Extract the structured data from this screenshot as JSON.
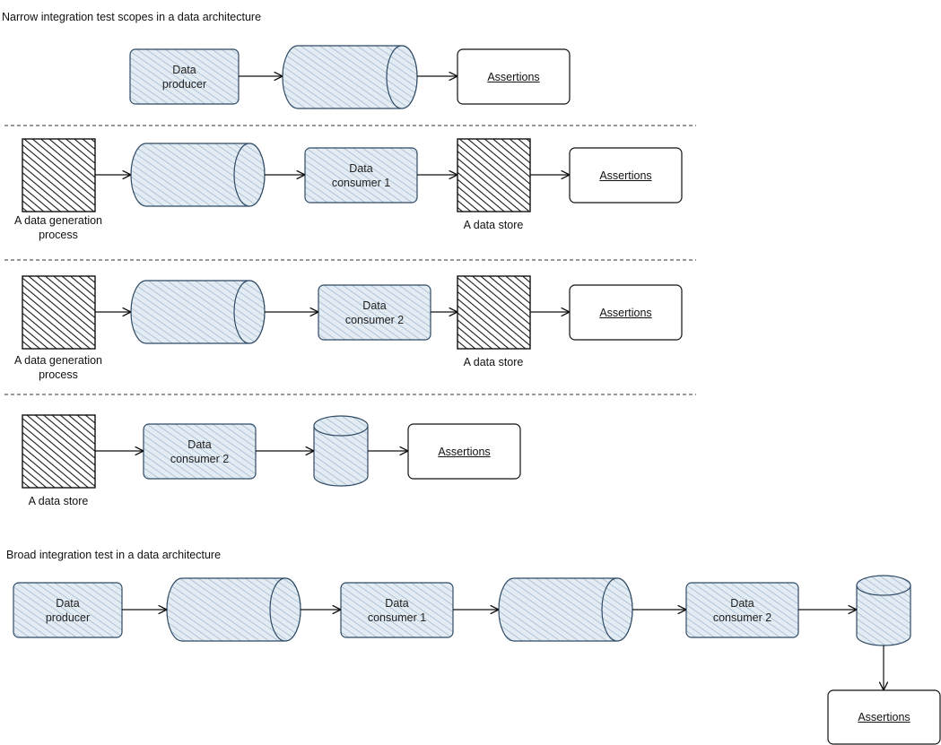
{
  "sections": {
    "narrow_title": "Narrow integration test scopes in a data architecture",
    "broad_title": "Broad integration test in a data architecture"
  },
  "labels": {
    "data_producer": "Data\nproducer",
    "data_consumer_1": "Data\nconsumer 1",
    "data_consumer_2": "Data\nconsumer 2",
    "assertions": "Assertions",
    "data_generation_process": "A data generation\nprocess",
    "data_store": "A data store"
  },
  "colors": {
    "fill": "#dbe6f0",
    "stroke": "#2f4a64",
    "hatch": "#9fb8cf",
    "dark": "#1a1a1a"
  }
}
